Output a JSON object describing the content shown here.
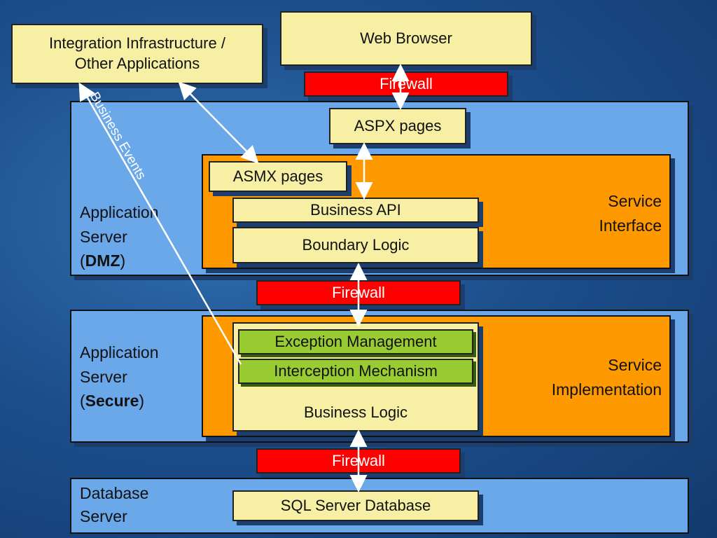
{
  "integration": "Integration Infrastructure / Other Applications",
  "web_browser": "Web Browser",
  "firewall": "Firewall",
  "aspx": "ASPX pages",
  "asmx": "ASMX pages",
  "business_api": "Business API",
  "boundary_logic": "Boundary Logic",
  "service_interface": "Service Interface",
  "app_server_dmz": {
    "line1": "Application",
    "line2": "Server",
    "open": "(",
    "bold": "DMZ",
    "close": ")"
  },
  "app_server_secure": {
    "line1": "Application",
    "line2": "Server",
    "open": "(",
    "bold": "Secure",
    "close": ")"
  },
  "exception_mgmt": "Exception Management",
  "interception": "Interception Mechanism",
  "business_logic": "Business Logic",
  "service_implementation": "Service Implementation",
  "database_server": "Database Server",
  "sql_server": "SQL Server Database",
  "business_events": "Business Events",
  "colors": {
    "firewall": "#ff0000",
    "zone": "#6aa8ea",
    "service": "#ff9900",
    "box": "#f7f0a4",
    "aspect": "#99cc33"
  }
}
